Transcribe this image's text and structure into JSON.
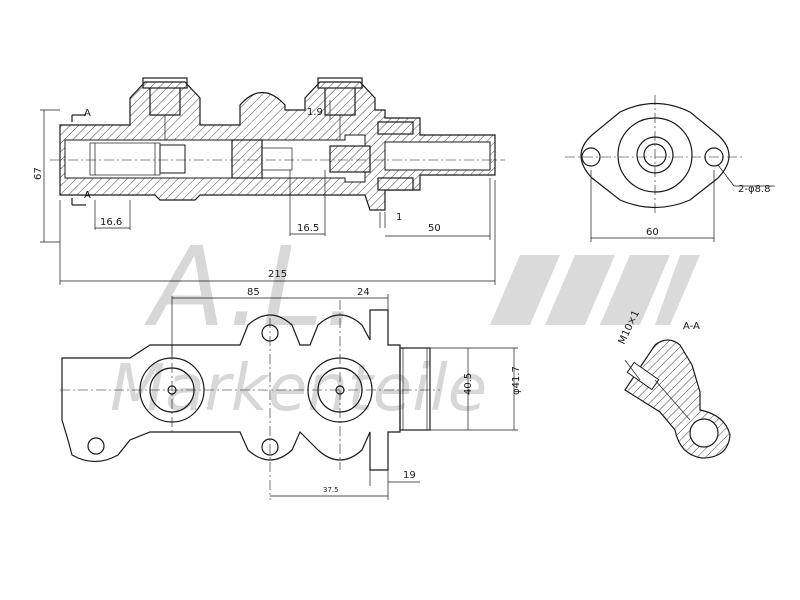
{
  "dimensions": {
    "overall_length": "215",
    "height": "67",
    "bore_offset": "16.6",
    "piston_offset": "16.5",
    "step": "1",
    "nose_length": "50",
    "step_small": "1.9",
    "flange_width": "60",
    "mount_holes": "2-φ8.8",
    "port_spacing": "85",
    "flange_offset": "24",
    "seat_diameter": "40.5",
    "nose_diameter": "φ41.7",
    "flange_thickness": "19",
    "port_to_flange": "37.5",
    "thread": "M10×1"
  },
  "labels": {
    "section_marker": "A",
    "section_view": "A-A"
  },
  "watermark": {
    "logo": "A.L.",
    "brand": "Markenteile"
  }
}
